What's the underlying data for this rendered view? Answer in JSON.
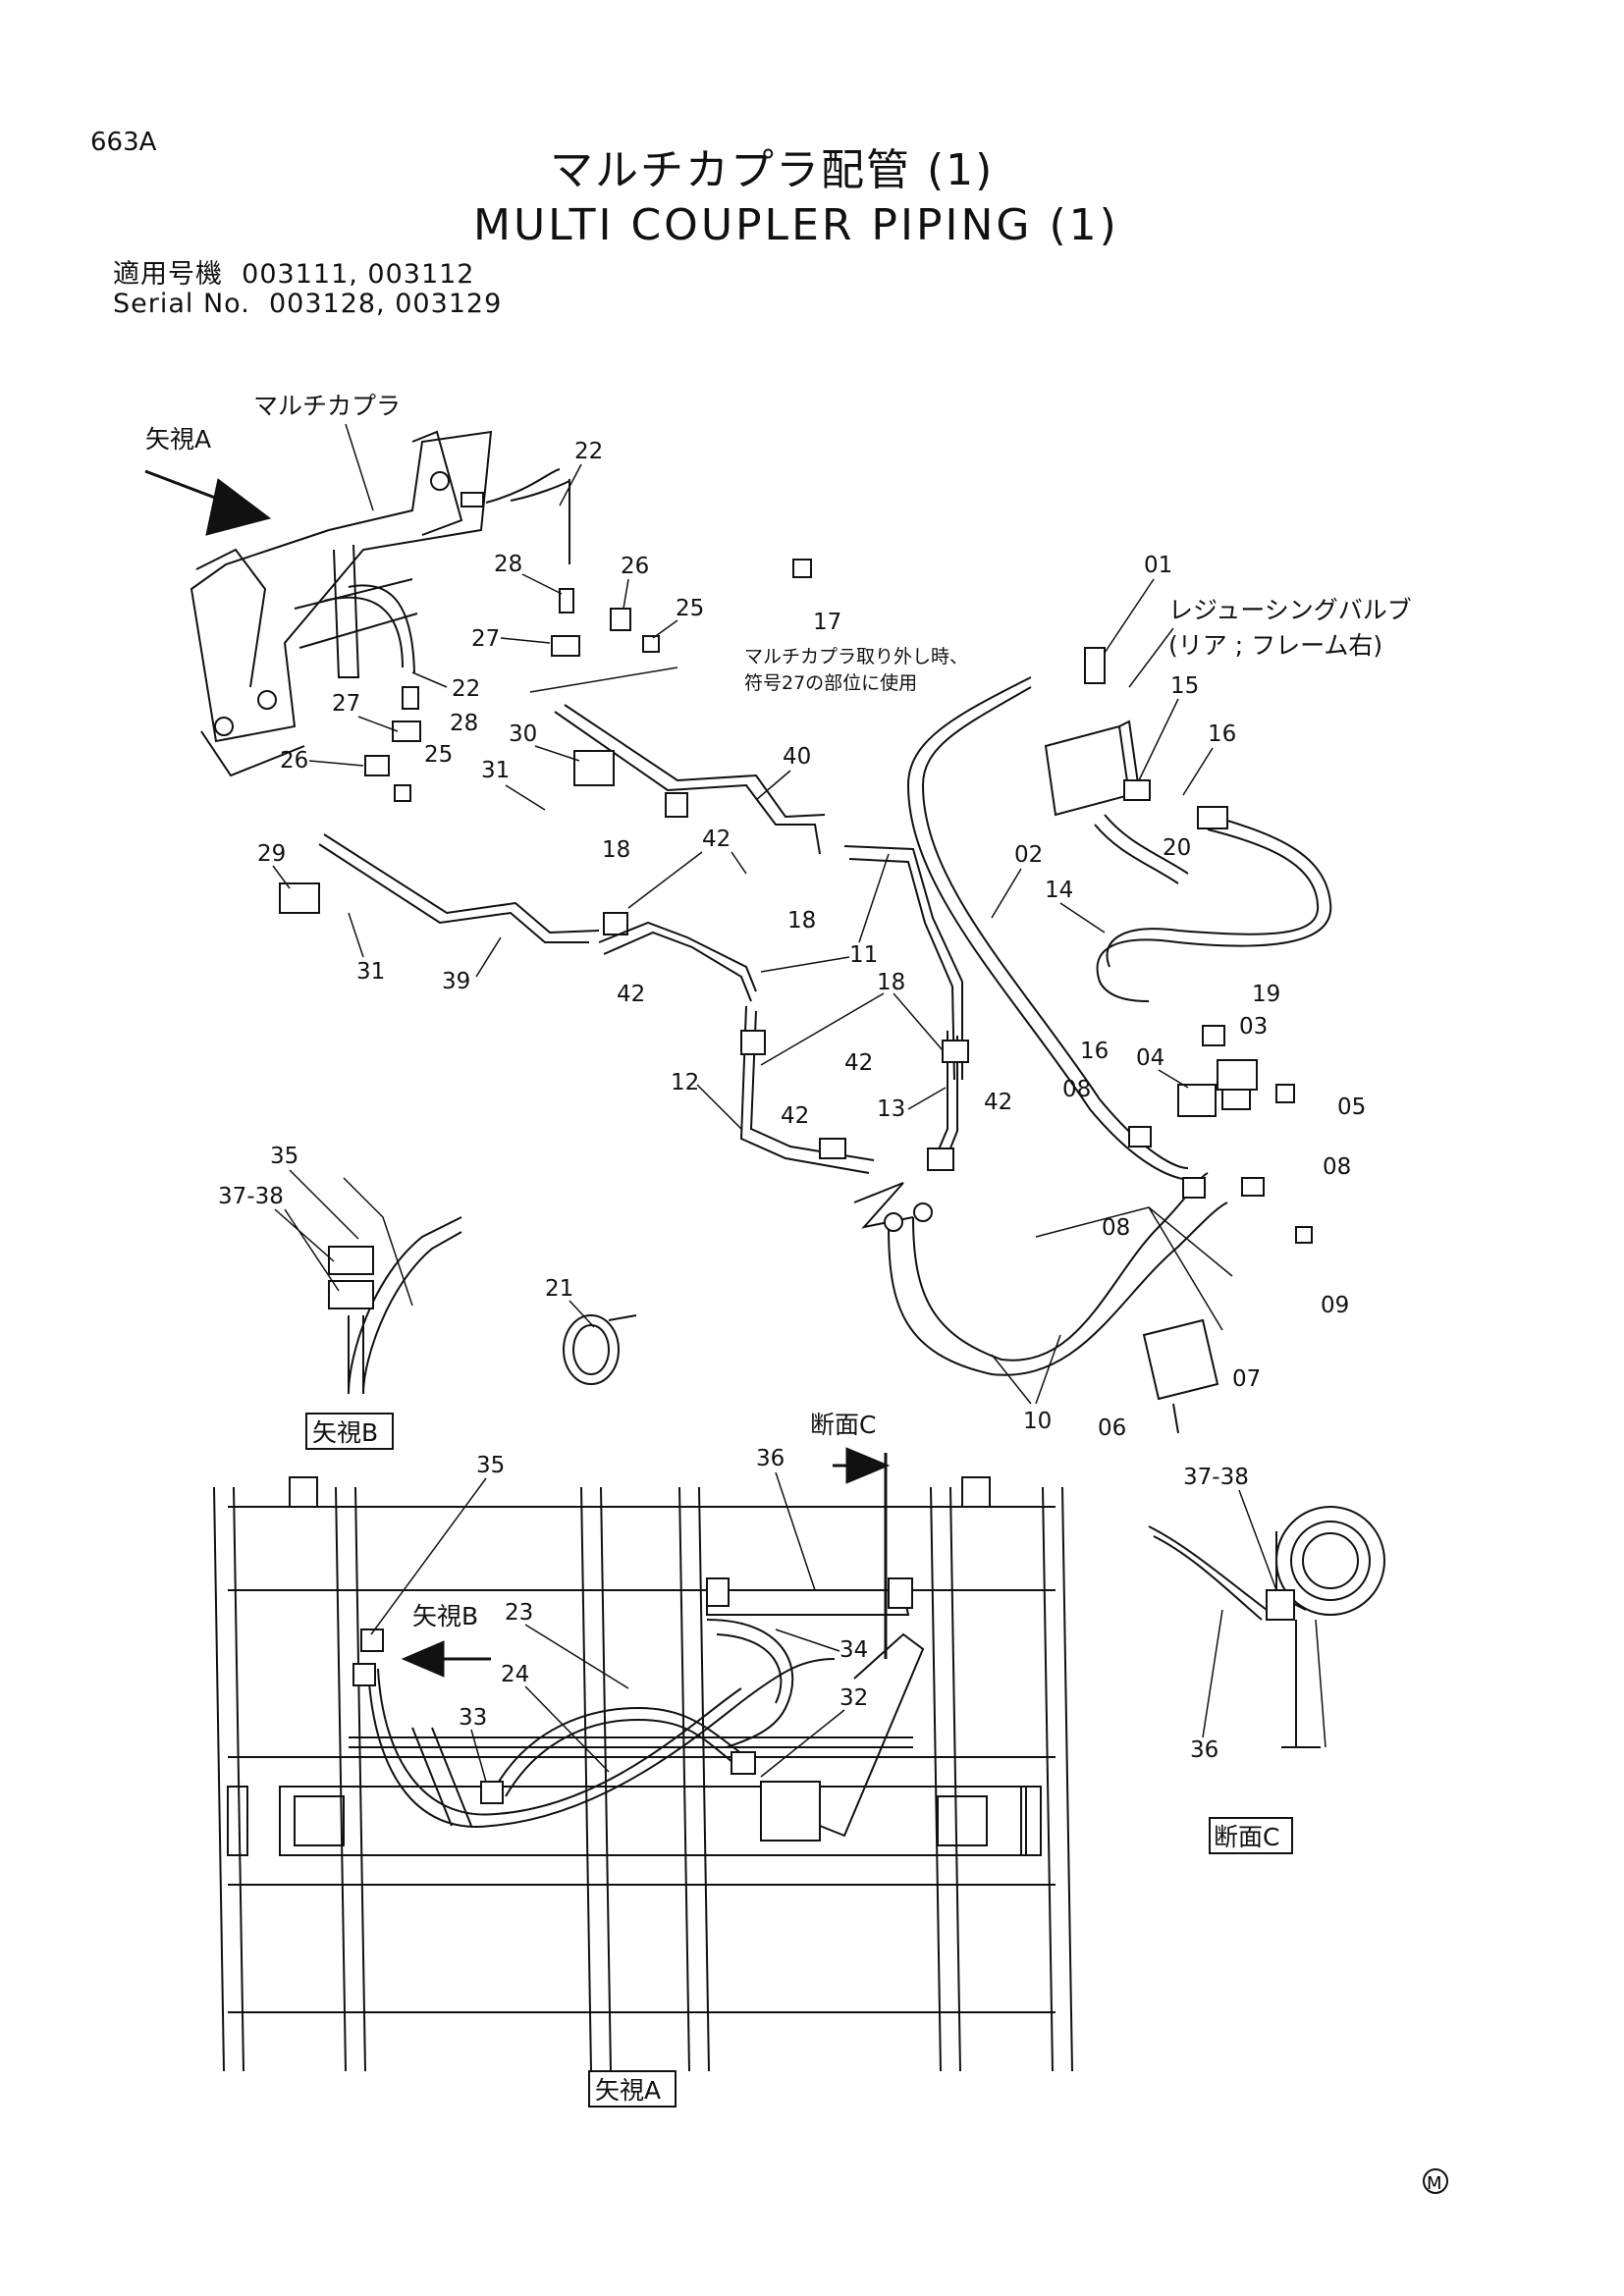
{
  "header": {
    "page_code": "663A",
    "title_jp": "マルチカプラ配管 (1)",
    "title_en": "MULTI COUPLER PIPING (1)",
    "serial_jp_label": "適用号機",
    "serial_jp_values": "003111, 003112",
    "serial_en_label": "Serial No.",
    "serial_en_values": "003128, 003129"
  },
  "annotations": {
    "multi_coupler": "マルチカプラ",
    "view_a_arrow": "矢視A",
    "note_line1": "マルチカプラ取り外し時、",
    "note_line2": "符号27の部位に使用",
    "valve_line1": "レジューシングバルブ",
    "valve_line2": "(リア ; フレーム右)",
    "view_b_box": "矢視B",
    "view_b_arrow": "矢視B",
    "section_c_arrow": "断面C",
    "section_c_box": "断面C",
    "view_a_box": "矢視A",
    "mark": "M"
  },
  "part_labels": {
    "p01": "01",
    "p02": "02",
    "p03": "03",
    "p04": "04",
    "p05": "05",
    "p06": "06",
    "p07": "07",
    "p08a": "08",
    "p08b": "08",
    "p08c": "08",
    "p09": "09",
    "p10": "10",
    "p11": "11",
    "p12": "12",
    "p13": "13",
    "p14": "14",
    "p15": "15",
    "p16a": "16",
    "p16b": "16",
    "p17": "17",
    "p18a": "18",
    "p18b": "18",
    "p18c": "18",
    "p19": "19",
    "p20": "20",
    "p21": "21",
    "p22a": "22",
    "p22b": "22",
    "p23": "23",
    "p24": "24",
    "p25a": "25",
    "p25b": "25",
    "p26a": "26",
    "p26b": "26",
    "p27a": "27",
    "p27b": "27",
    "p28a": "28",
    "p28b": "28",
    "p29": "29",
    "p30": "30",
    "p31a": "31",
    "p31b": "31",
    "p32": "32",
    "p33": "33",
    "p34": "34",
    "p35a": "35",
    "p35b": "35",
    "p36a": "36",
    "p36b": "36",
    "p3738a": "37-38",
    "p3738b": "37-38",
    "p39": "39",
    "p40": "40",
    "p42a": "42",
    "p42b": "42",
    "p42c": "42",
    "p42d": "42",
    "p42e": "42"
  }
}
